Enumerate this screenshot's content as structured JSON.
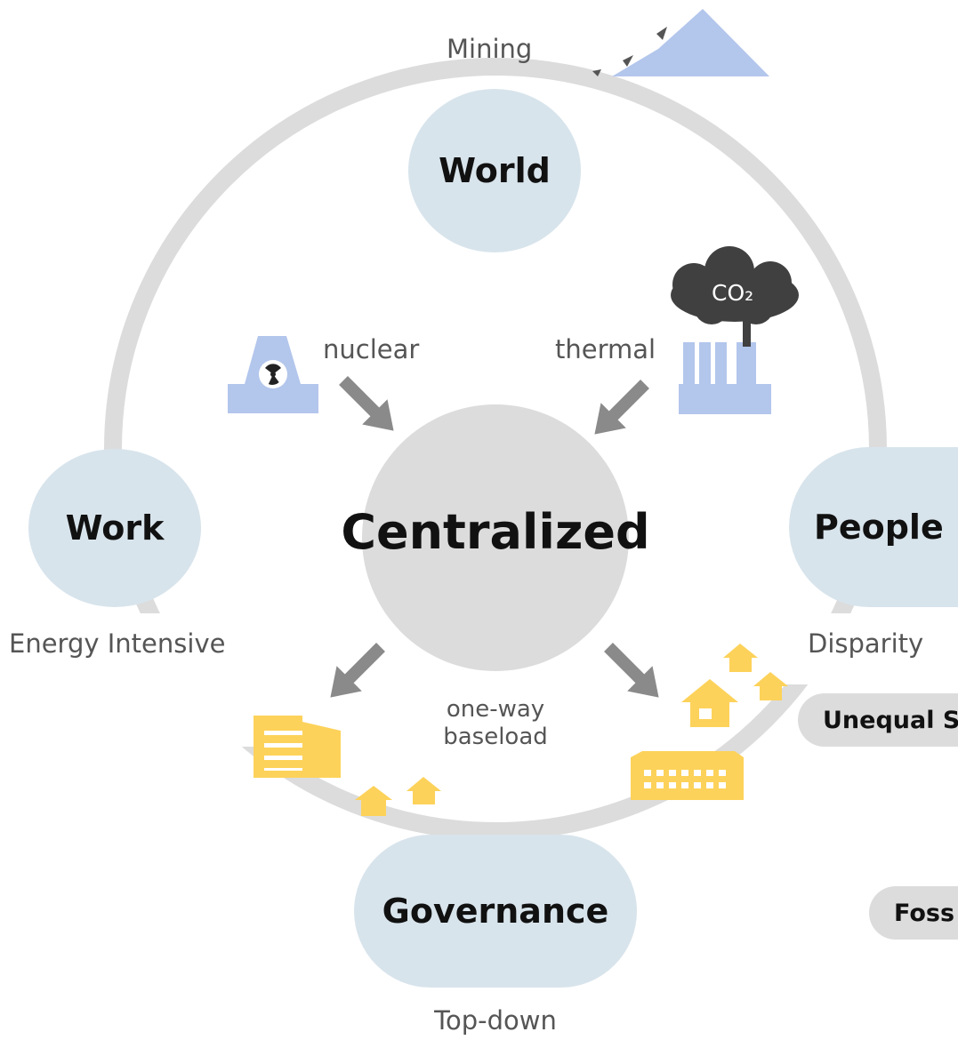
{
  "center": {
    "label": "Centralized"
  },
  "nodes": {
    "world": "World",
    "work": "Work",
    "people": "People",
    "governance": "Governance"
  },
  "labels": {
    "mining": "Mining",
    "nuclear": "nuclear",
    "thermal": "thermal",
    "co2": "CO₂",
    "energy_intensive": "Energy Intensive",
    "disparity": "Disparity",
    "one_way": "one-way",
    "baseload": "baseload",
    "top_down": "Top-down"
  },
  "pills": {
    "unequal": "Unequal S",
    "fossil": "Foss"
  },
  "colors": {
    "ring": "#dcdcdc",
    "node_fill": "#d8e4ec",
    "center_fill": "#dcdcdc",
    "arrow": "#8a8a8a",
    "plant_blue": "#b3c6ec",
    "building_yellow": "#fdd25a",
    "cloud": "#404040"
  },
  "icons": [
    "mountain-icon",
    "nuclear-plant-icon",
    "factory-icon",
    "smoke-cloud-icon",
    "office-building-icon",
    "house-icon",
    "school-icon"
  ]
}
